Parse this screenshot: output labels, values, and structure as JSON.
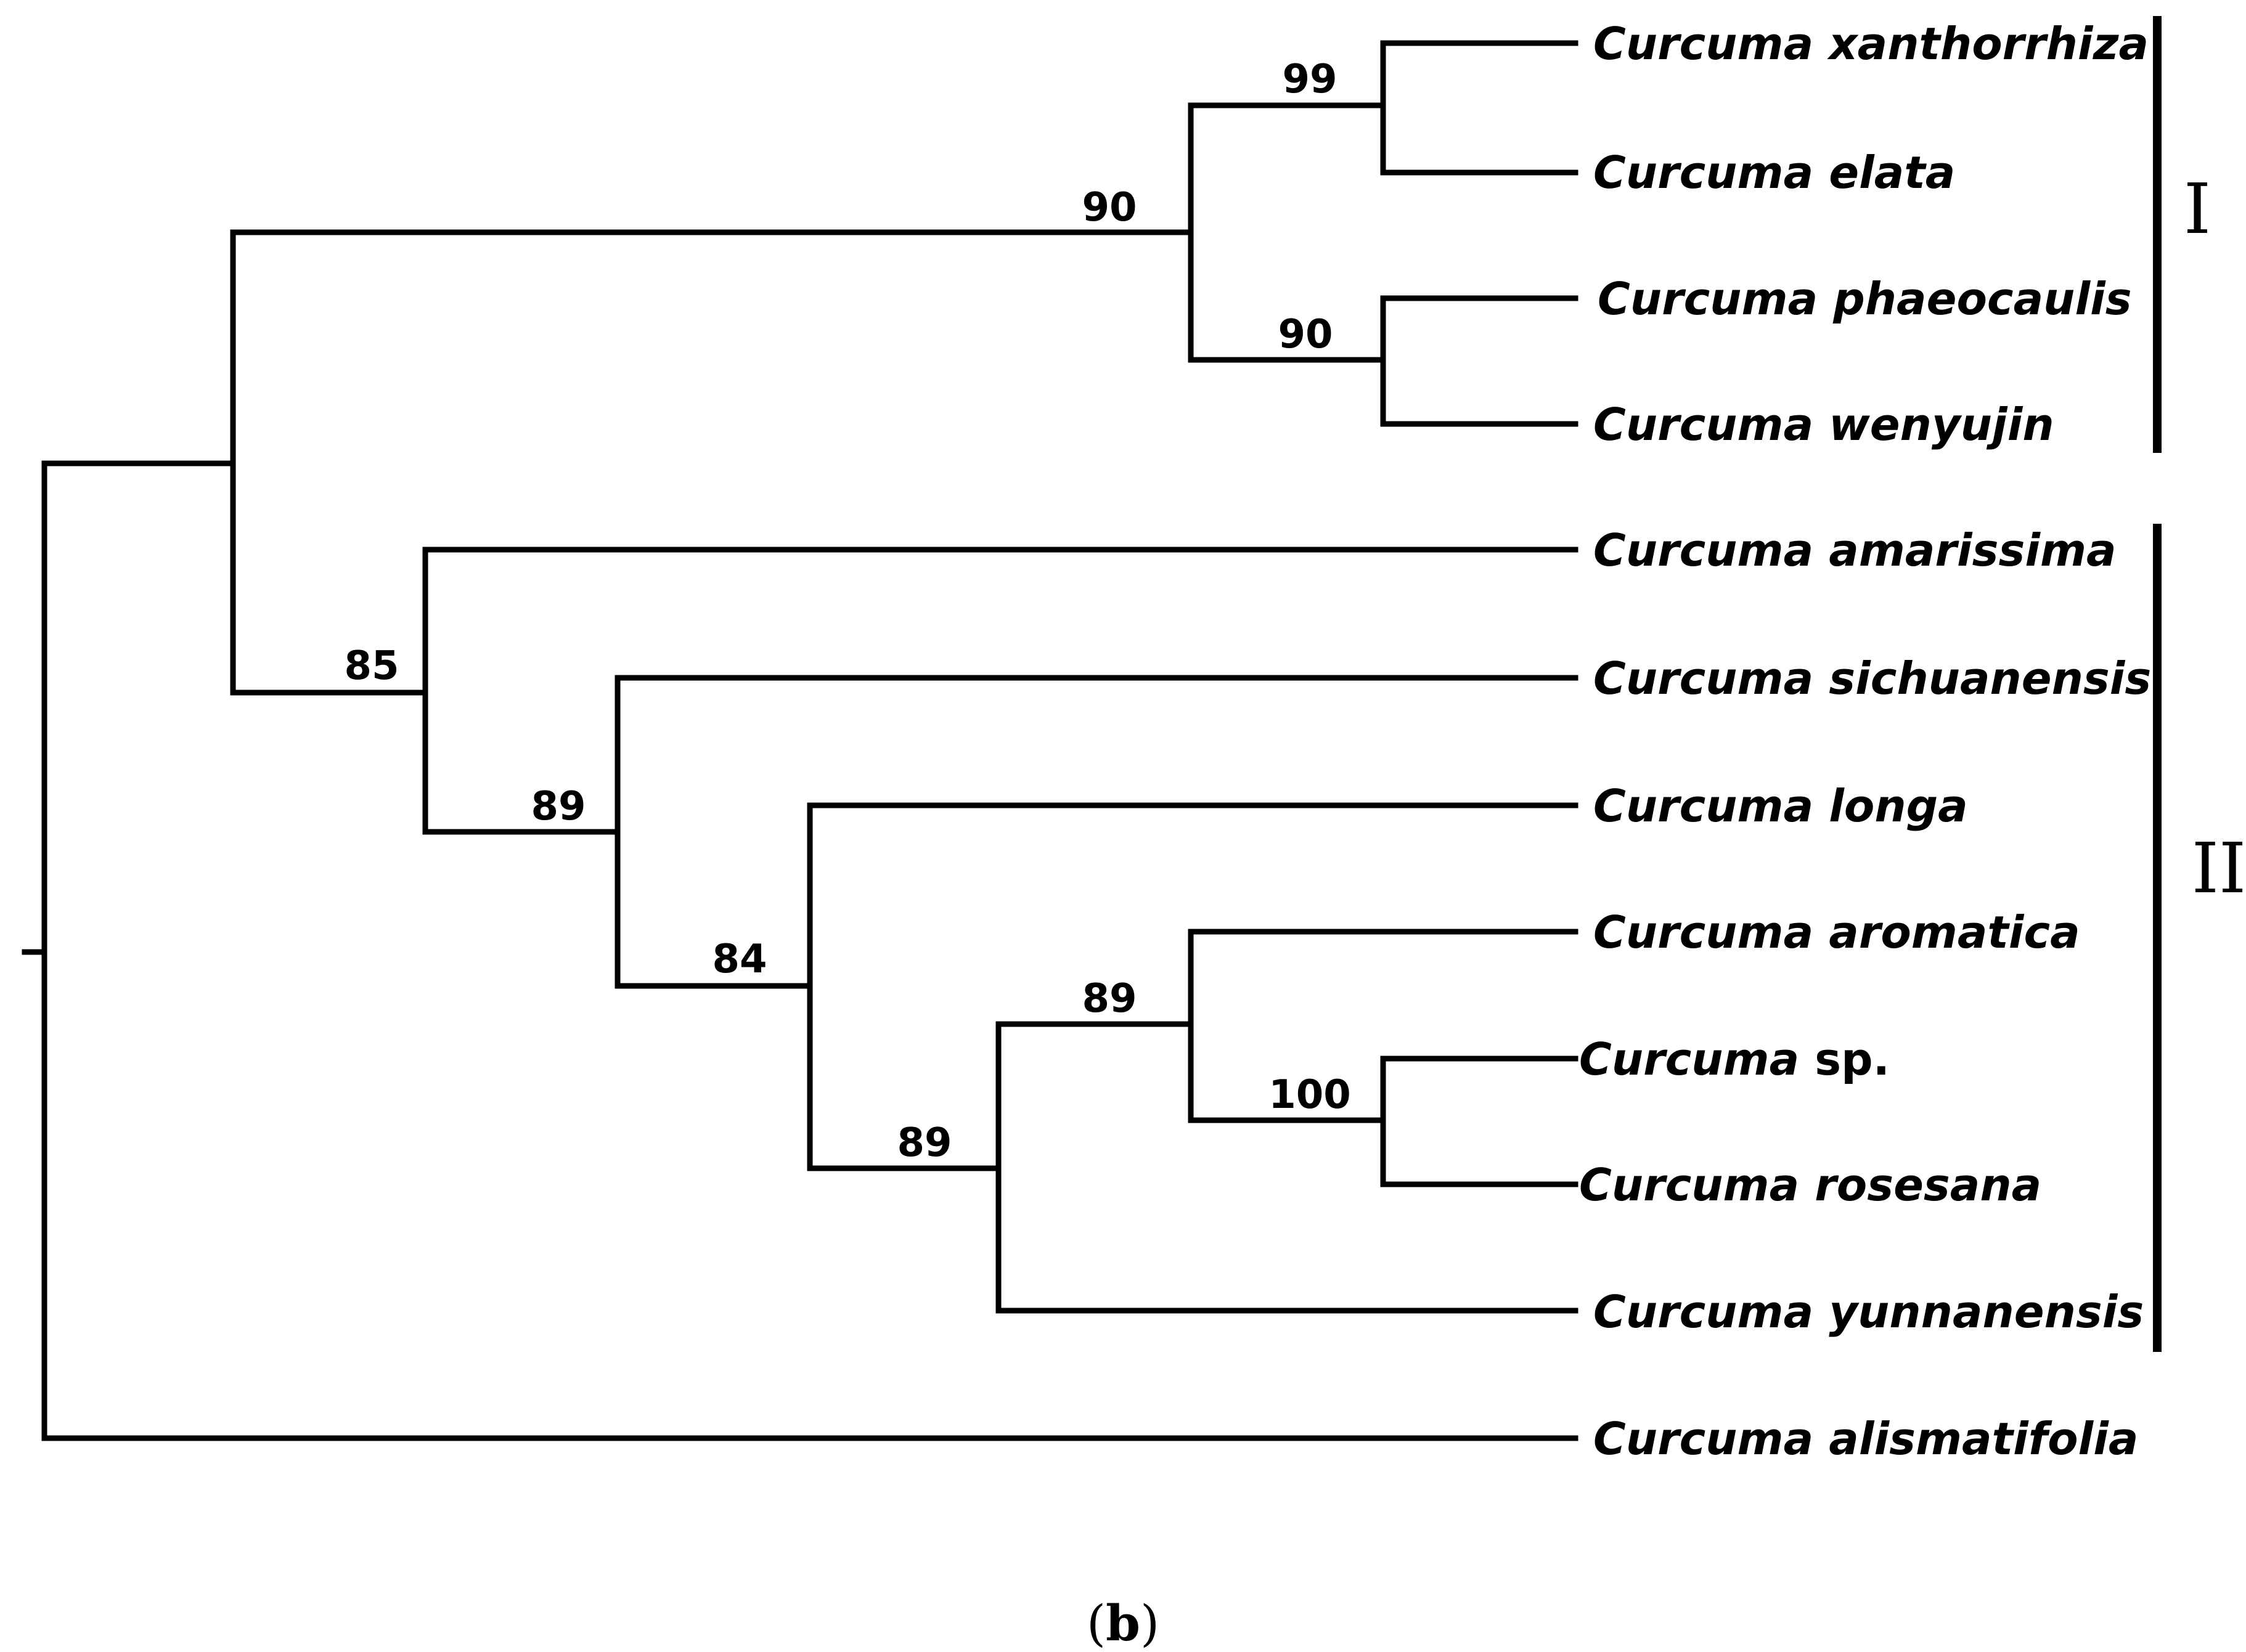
{
  "figure": {
    "panel_open": "(",
    "panel_letter": "b",
    "panel_close": ")"
  },
  "taxa": [
    {
      "genus": "Curcuma",
      "species": "xanthorrhiza",
      "species_italic": true
    },
    {
      "genus": "Curcuma",
      "species": "elata",
      "species_italic": true
    },
    {
      "genus": "Curcuma",
      "species": "phaeocaulis",
      "species_italic": true
    },
    {
      "genus": "Curcuma",
      "species": "wenyujin",
      "species_italic": true
    },
    {
      "genus": "Curcuma",
      "species": "amarissima",
      "species_italic": true
    },
    {
      "genus": "Curcuma",
      "species": "sichuanensis",
      "species_italic": true
    },
    {
      "genus": "Curcuma",
      "species": "longa",
      "species_italic": true
    },
    {
      "genus": "Curcuma",
      "species": "aromatica",
      "species_italic": true
    },
    {
      "genus": "Curcuma",
      "species": "sp.",
      "species_italic": false
    },
    {
      "genus": "Curcuma",
      "species": "rosesana",
      "species_italic": true
    },
    {
      "genus": "Curcuma",
      "species": "yunnanensis",
      "species_italic": true
    },
    {
      "genus": "Curcuma",
      "species": "alismatifolia",
      "species_italic": true
    }
  ],
  "support_values": {
    "xanthorrhiza_elata": "99",
    "clade_I": "90",
    "phaeocaulis_wenyujin": "90",
    "clade_II": "85",
    "sichuanensis_node": "89",
    "longa_node": "84",
    "yunnanensis_node": "89",
    "aromatica_node": "89",
    "sp_rosesana": "100"
  },
  "clades": {
    "group_1": "I",
    "group_2": "II"
  }
}
